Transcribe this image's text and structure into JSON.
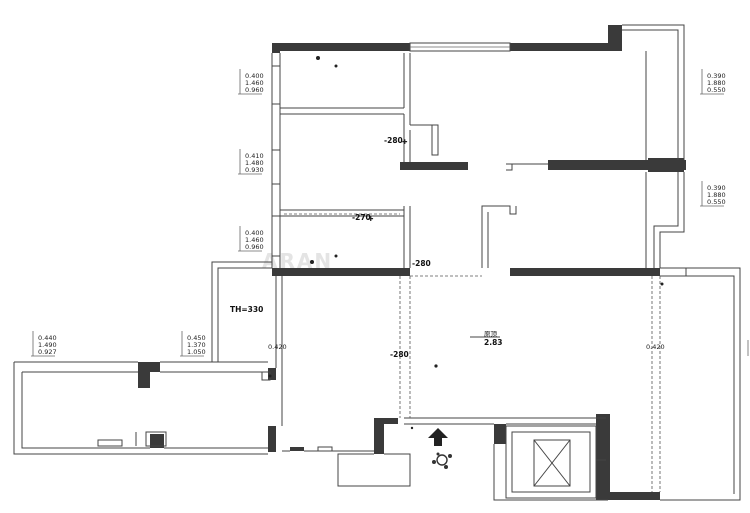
{
  "watermark": "ARAN",
  "th_label": "TH=330",
  "ceiling": {
    "name": "原顶",
    "height": "2.83"
  },
  "window_specs": [
    {
      "id": "w1",
      "lines": [
        "0.400",
        "1.460",
        "0.960"
      ]
    },
    {
      "id": "w2",
      "lines": [
        "0.410",
        "1.480",
        "0.930"
      ]
    },
    {
      "id": "w3",
      "lines": [
        "0.400",
        "1.460",
        "0.960"
      ]
    },
    {
      "id": "w4",
      "lines": [
        "0.390",
        "1.880",
        "0.550"
      ]
    },
    {
      "id": "w5",
      "lines": [
        "0.390",
        "1.880",
        "0.550"
      ]
    },
    {
      "id": "w6",
      "lines": [
        "0.440",
        "1.490",
        "0.927"
      ]
    },
    {
      "id": "w7",
      "lines": [
        "0.450",
        "1.370",
        "1.050"
      ]
    }
  ],
  "levels": {
    "l1": "-280",
    "l2": "-270",
    "l3": "-280",
    "l4": "-280"
  },
  "dims": {
    "d1": "0.420",
    "d2": "0.420"
  },
  "icons": {
    "entry": "entry-arrow-icon",
    "door": "door-person-icon",
    "elevator": "elevator-x-icon"
  }
}
